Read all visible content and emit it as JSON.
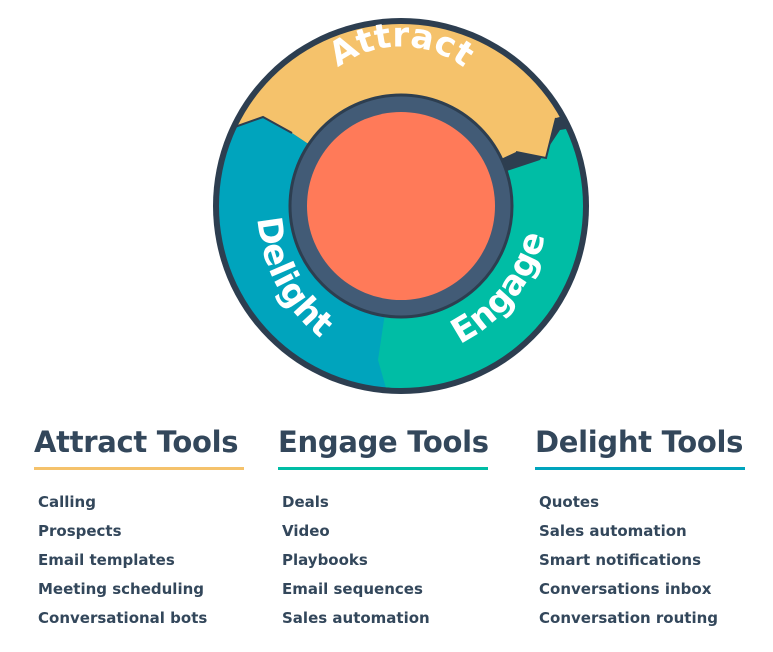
{
  "flywheel": {
    "labels": {
      "attract": "Attract",
      "engage": "Engage",
      "delight": "Delight"
    },
    "colors": {
      "attract": "#f5c26b",
      "engage": "#00bda5",
      "delight": "#00a4bd",
      "outline": "#2d3e50",
      "inner_ring": "#425b76",
      "center": "#ff7a59"
    }
  },
  "columns": [
    {
      "title": "Attract Tools",
      "accent": "#f5c26b",
      "items": [
        "Calling",
        "Prospects",
        "Email templates",
        "Meeting scheduling",
        "Conversational bots"
      ]
    },
    {
      "title": "Engage Tools",
      "accent": "#00bda5",
      "items": [
        "Deals",
        "Video",
        "Playbooks",
        "Email sequences",
        "Sales automation"
      ]
    },
    {
      "title": "Delight Tools",
      "accent": "#00a4bd",
      "items": [
        "Quotes",
        "Sales automation",
        "Smart notifications",
        "Conversations inbox",
        "Conversation routing"
      ]
    }
  ]
}
